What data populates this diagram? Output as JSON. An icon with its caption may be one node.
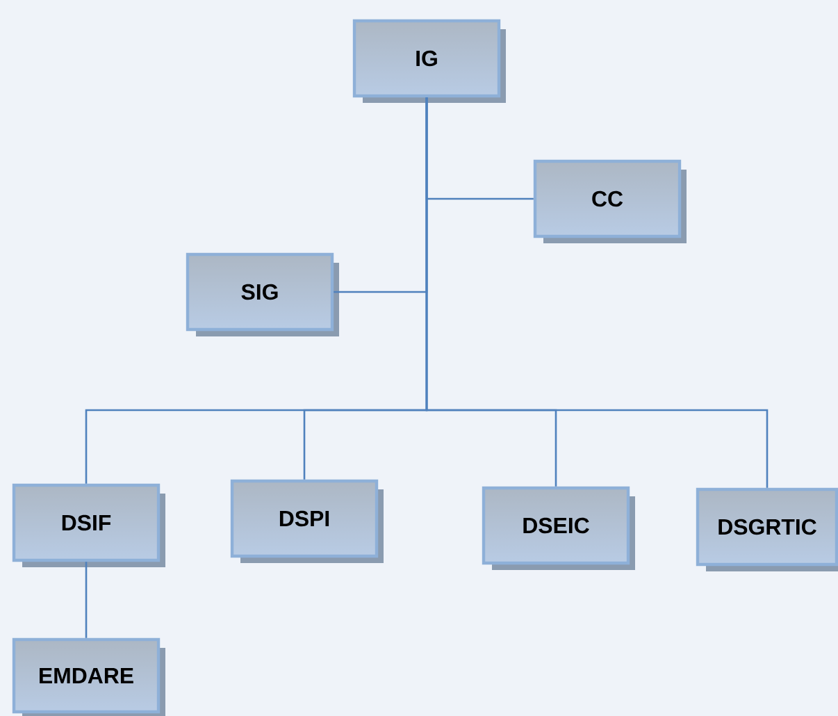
{
  "diagram": {
    "nodes": [
      {
        "text": [
          "IG"
        ]
      },
      {
        "text": [
          "CC"
        ]
      },
      {
        "text": [
          "SIG"
        ]
      },
      {
        "text": [
          "DSIF"
        ]
      },
      {
        "text": [
          "DSPI"
        ]
      },
      {
        "text": [
          "DSEIC"
        ]
      },
      {
        "text": [
          "DSGRTIC"
        ]
      },
      {
        "text": [
          "EMDARE"
        ]
      }
    ],
    "edges": [
      {
        "from": 0,
        "to": 1,
        "arrow": "none"
      },
      {
        "from": 0,
        "to": 2,
        "arrow": "none"
      },
      {
        "from": 0,
        "to": 3,
        "arrow": "none"
      },
      {
        "from": 0,
        "to": 4,
        "arrow": "none"
      },
      {
        "from": 0,
        "to": 5,
        "arrow": "none"
      },
      {
        "from": 0,
        "to": 6,
        "arrow": "none"
      },
      {
        "from": 3,
        "to": 7,
        "arrow": "none"
      }
    ]
  }
}
